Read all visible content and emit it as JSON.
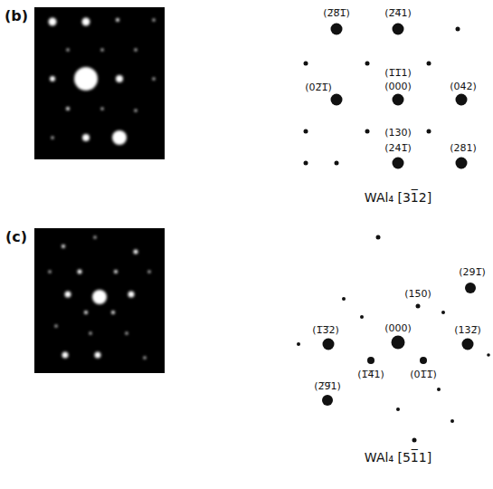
{
  "diagram": {
    "labels": [
      "(b)",
      "(2̅8̅1̅)",
      "(2̅4̅1)",
      "(1̅1̅1)",
      "(02̅1̅)",
      "(000)",
      "(042)",
      "(130)",
      "(241̅)",
      "(281)",
      "WAl₄ [31̅2]",
      "(c)",
      "(291̅)",
      "(150)",
      "(1̅3̅2)",
      "(000)",
      "(132̅)",
      "(1̅4̅1)",
      "(01̅1̅)",
      "(2̅9̅1)",
      "WAl₄ [51̅1]"
    ]
  }
}
